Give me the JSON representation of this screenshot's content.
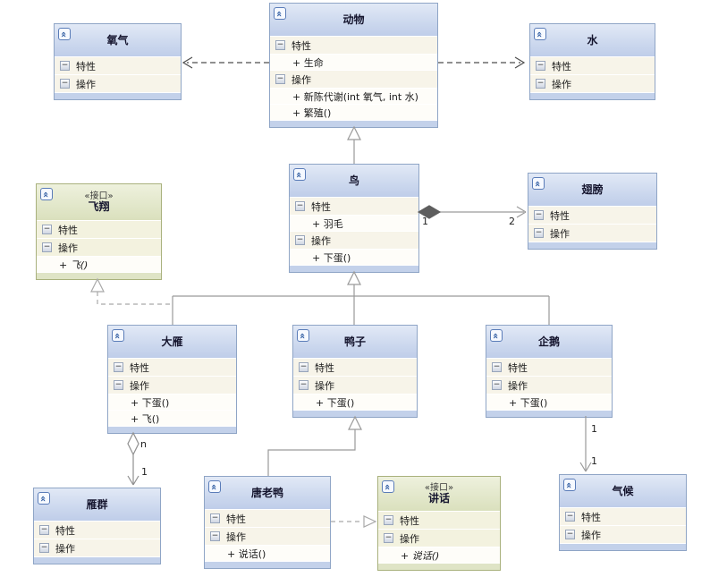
{
  "diagram": {
    "section_attrs": "特性",
    "section_ops": "操作",
    "classes": {
      "animal": {
        "name": "动物",
        "attrs": [
          "+ 生命"
        ],
        "ops": [
          "+ 新陈代谢(int 氧气, int 水)",
          "+ 繁殖()"
        ]
      },
      "oxygen": {
        "name": "氧气"
      },
      "water": {
        "name": "水"
      },
      "bird": {
        "name": "鸟",
        "attrs": [
          "+ 羽毛"
        ],
        "ops": [
          "+ 下蛋()"
        ]
      },
      "wing": {
        "name": "翅膀"
      },
      "fly": {
        "name": "飞翔",
        "stereotype": "«接口»",
        "ops": [
          "+ 飞()"
        ]
      },
      "wildgoose": {
        "name": "大雁",
        "ops": [
          "+ 下蛋()",
          "+ 飞()"
        ]
      },
      "duck": {
        "name": "鸭子",
        "ops": [
          "+ 下蛋()"
        ]
      },
      "penguin": {
        "name": "企鹅",
        "ops": [
          "+ 下蛋()"
        ]
      },
      "flock": {
        "name": "雁群"
      },
      "donald": {
        "name": "唐老鸭",
        "ops": [
          "+ 说话()"
        ]
      },
      "speak": {
        "name": "讲话",
        "stereotype": "«接口»",
        "ops": [
          "+ 说话()"
        ]
      },
      "climate": {
        "name": "气候"
      }
    },
    "relations": {
      "bird_wing": {
        "source_label": "1",
        "target_label": "2"
      },
      "goose_flock": {
        "source_label": "n",
        "target_label": "1"
      },
      "penguin_climate": {
        "source_label": "1",
        "target_label": "1"
      }
    },
    "colors": {
      "class_header": "#ccd8ee",
      "class_border": "#8fa5c6",
      "interface_header": "#e2e7ca",
      "interface_border": "#a9b17d",
      "section_bg": "#f7f4e9",
      "footer_bg": "#c3d1ea",
      "wire": "#9a9a9a"
    }
  }
}
